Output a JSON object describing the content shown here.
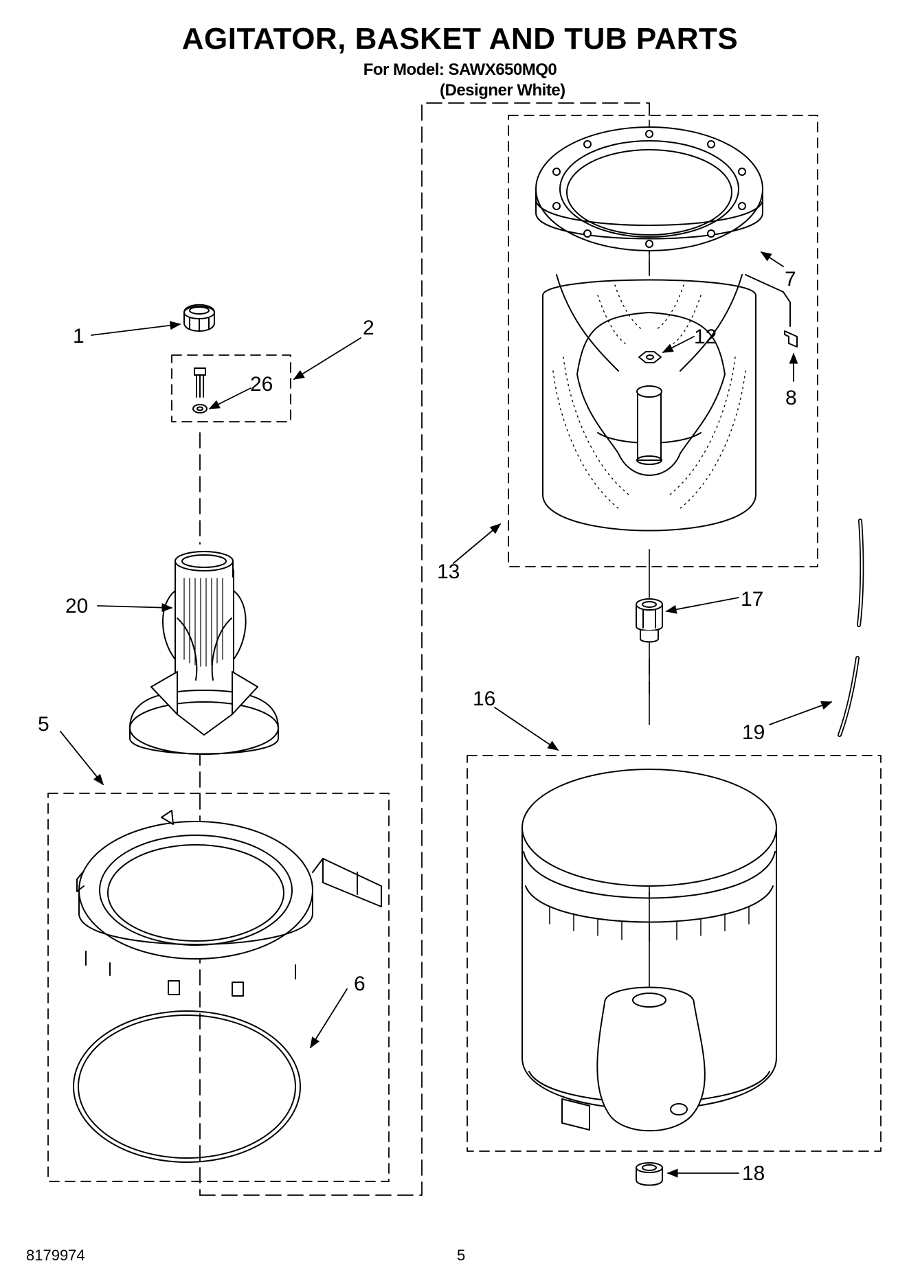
{
  "header": {
    "title": "AGITATOR, BASKET AND TUB PARTS",
    "model_line": "For Model: SAWX650MQ0",
    "color_line": "(Designer White)"
  },
  "callouts": {
    "c1": "1",
    "c2": "2",
    "c26": "26",
    "c20": "20",
    "c5": "5",
    "c6": "6",
    "c7": "7",
    "c8": "8",
    "c12": "12",
    "c13": "13",
    "c17": "17",
    "c16": "16",
    "c19": "19",
    "c18": "18"
  },
  "footer": {
    "doc_number": "8179974",
    "page_number": "5"
  },
  "parts": [
    {
      "callout": "1",
      "icon": "agitator-cap-icon"
    },
    {
      "callout": "2",
      "icon": "bolt-kit-icon"
    },
    {
      "callout": "26",
      "icon": "washer-icon"
    },
    {
      "callout": "20",
      "icon": "agitator-icon"
    },
    {
      "callout": "5",
      "icon": "tub-ring-icon"
    },
    {
      "callout": "6",
      "icon": "seal-ring-icon"
    },
    {
      "callout": "7",
      "icon": "balance-ring-icon"
    },
    {
      "callout": "8",
      "icon": "clip-icon"
    },
    {
      "callout": "12",
      "icon": "nut-icon"
    },
    {
      "callout": "13",
      "icon": "basket-icon"
    },
    {
      "callout": "17",
      "icon": "hub-nut-icon"
    },
    {
      "callout": "16",
      "icon": "outer-tub-icon"
    },
    {
      "callout": "19",
      "icon": "hose-icon"
    },
    {
      "callout": "18",
      "icon": "drain-fitting-icon"
    }
  ]
}
